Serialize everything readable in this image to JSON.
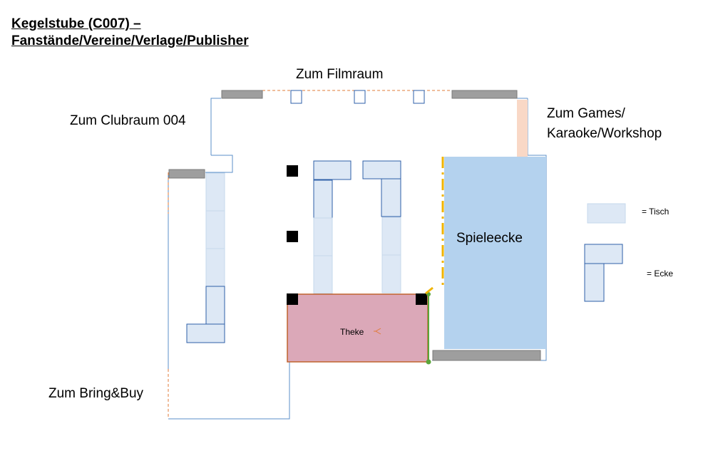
{
  "title": {
    "line1": "Kegelstube (C007) –",
    "line2": "Fanstände/Vereine/Verlage/Publisher"
  },
  "labels": {
    "filmraum": "Zum Filmraum",
    "clubraum": "Zum Clubraum 004",
    "games_line1": "Zum Games/",
    "games_line2": "Karaoke/Workshop",
    "bringbuy": "Zum Bring&Buy",
    "spieleecke": "Spieleecke",
    "theke": "Theke"
  },
  "legend": {
    "tisch": "= Tisch",
    "ecke": "= Ecke"
  },
  "colors": {
    "table_fill": "#dde8f5",
    "table_stroke": "#2e5fa8",
    "wall": "#5b8fc9",
    "door_dashed": "#e07b39",
    "play_area": "#b4d2ee",
    "bar": "#dba8b8",
    "bar_stroke": "#c0622e",
    "pillar": "#000000",
    "grey_bench": "#9e9e9e",
    "yellow_line": "#f0b400",
    "green_line": "#5aa53a",
    "door_fill": "#f9d8c6"
  }
}
